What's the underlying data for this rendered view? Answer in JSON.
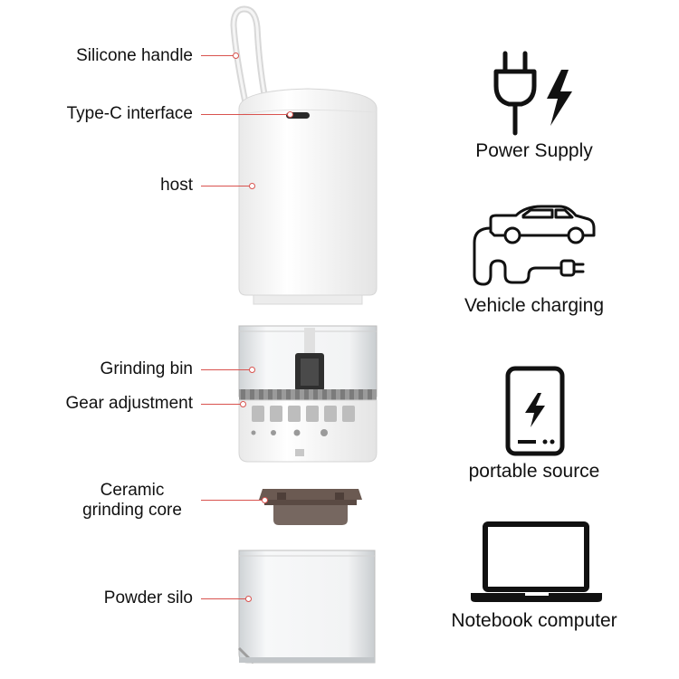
{
  "parts": [
    {
      "id": "silicone-handle",
      "label": "Silicone handle"
    },
    {
      "id": "type-c-interface",
      "label": "Type-C interface"
    },
    {
      "id": "host",
      "label": "host"
    },
    {
      "id": "grinding-bin",
      "label": "Grinding bin"
    },
    {
      "id": "gear-adjustment",
      "label": "Gear adjustment"
    },
    {
      "id": "ceramic-grinding-core",
      "label_line1": "Ceramic",
      "label_line2": "grinding core"
    },
    {
      "id": "powder-silo",
      "label": "Powder silo"
    }
  ],
  "features": [
    {
      "label": "Power Supply",
      "icon": "plug-lightning-icon"
    },
    {
      "label": "Vehicle charging",
      "icon": "car-charging-icon"
    },
    {
      "label": "portable source",
      "icon": "power-bank-icon"
    },
    {
      "label": "Notebook computer",
      "icon": "laptop-icon"
    }
  ],
  "colors": {
    "callout": "#d9534f",
    "text": "#111111",
    "icon": "#111111",
    "core": "#6b5a52"
  }
}
